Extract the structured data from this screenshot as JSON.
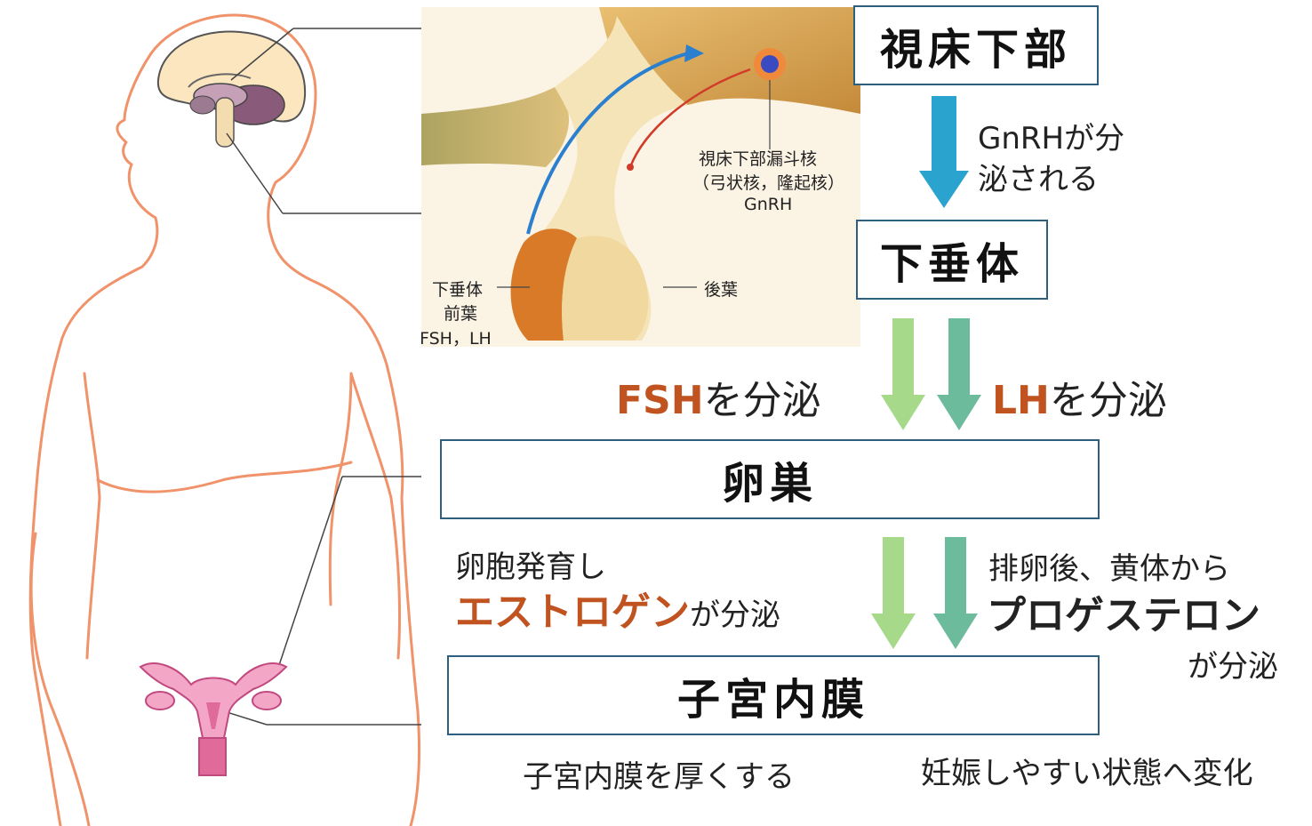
{
  "colors": {
    "body_outline": "#f0926a",
    "highlight": "#c0531f",
    "box_border": "#2f5f7f",
    "arrow_blue": "#2aa3cf",
    "arrow_light_green": "#a6d98a",
    "arrow_teal_green": "#6dbb9d",
    "uterus_pink": "#e06a9a"
  },
  "inset": {
    "nucleus_label_1": "視床下部漏斗核",
    "nucleus_label_2": "（弓状核，隆起核）",
    "nucleus_label_3": "GnRH",
    "anterior_1": "下垂体",
    "anterior_2": "前葉",
    "anterior_3": "FSH，LH",
    "posterior": "後葉"
  },
  "flow": {
    "hypothalamus": "視床下部",
    "gnrh_line1": "GnRHが分",
    "gnrh_line2": "泌される",
    "pituitary": "下垂体",
    "fsh_hl": "FSH",
    "fsh_rest": "を分泌",
    "lh_hl": "LH",
    "lh_rest": "を分泌",
    "ovary": "卵巣",
    "follicle_line": "卵胞発育し",
    "estrogen": "エストロゲン",
    "estrogen_rest": "が分泌",
    "ovulation_line": "排卵後、黄体から",
    "progesterone": "プロゲステロン",
    "progesterone_rest": "が分泌",
    "endometrium": "子宮内膜",
    "effect_left": "子宮内膜を厚くする",
    "effect_right": "妊娠しやすい状態へ変化"
  }
}
